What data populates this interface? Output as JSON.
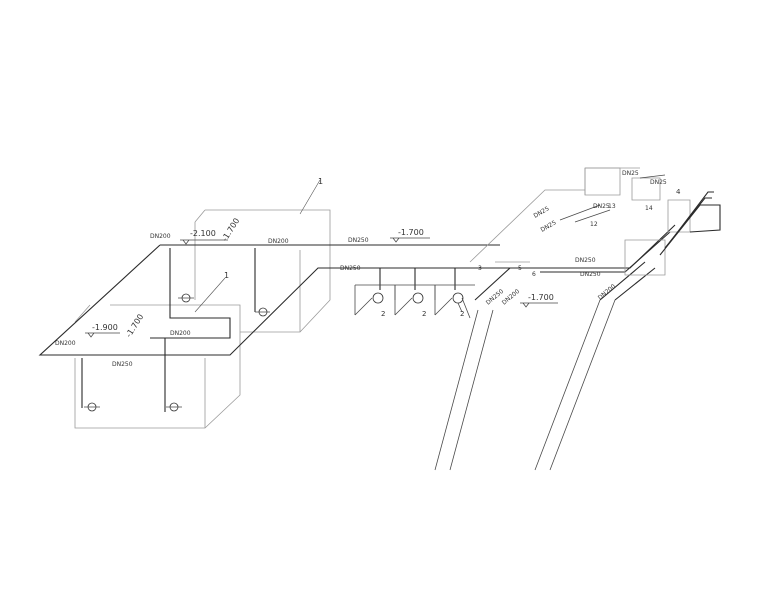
{
  "drawing": {
    "elevations": [
      "-2.100",
      "-1.700",
      "-1.700",
      "-1.900",
      "-1.700",
      "-1.700"
    ],
    "pipe_sizes": [
      "DN200",
      "DN200",
      "DN250",
      "DN250",
      "DN200",
      "DN200",
      "DN250",
      "DN25",
      "DN25",
      "DN25",
      "DN25",
      "DN25",
      "DN250",
      "DN250",
      "DN250",
      "DN200",
      "DN200"
    ],
    "item_marks": [
      "1",
      "1",
      "2",
      "2",
      "2",
      "3",
      "4",
      "5",
      "6",
      "12",
      "13",
      "14"
    ]
  }
}
